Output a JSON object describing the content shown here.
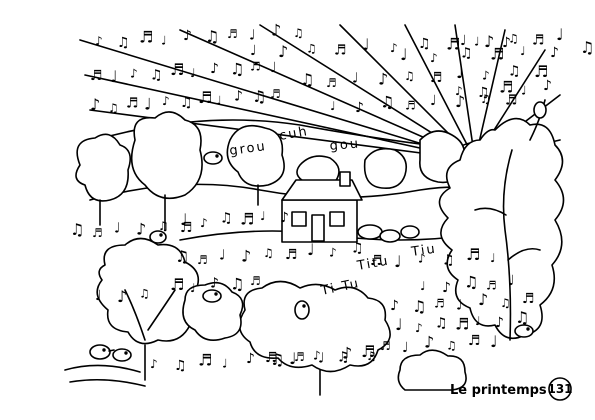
{
  "caption": "Le printemps",
  "page_number": "131",
  "songs": {
    "song_1": "grou",
    "song_2": "cuh",
    "song_3": "gou",
    "song_4": "Ti Tu",
    "song_5": "Titu",
    "song_6": "Tiu"
  },
  "colors": {
    "ink": "#000000",
    "paper": "#ffffff"
  }
}
